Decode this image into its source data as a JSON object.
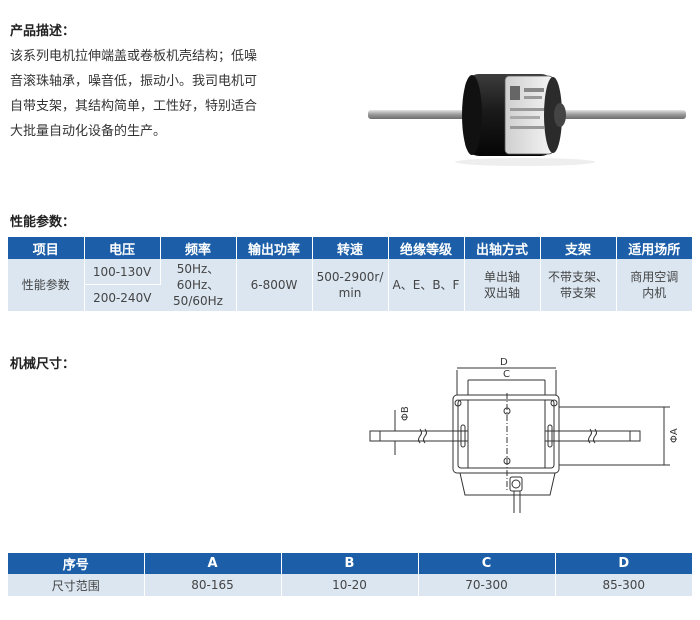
{
  "description": {
    "title": "产品描述：",
    "lines": [
      "该系列电机拉伸端盖或卷板机壳结构；低噪",
      "音滚珠轴承，噪音低，振动小。我司电机可",
      "自带支架，其结构简单，工性好，特别适合",
      "大批量自动化设备的生产。"
    ]
  },
  "performance": {
    "title": "性能参数：",
    "headers": [
      "项目",
      "电压",
      "频率",
      "输出功率",
      "转速",
      "绝缘等级",
      "出轴方式",
      "支架",
      "适用场所"
    ],
    "row_label": "性能参数",
    "voltage": [
      "100-130V",
      "200-240V"
    ],
    "frequency": [
      "50Hz、",
      "60Hz、",
      "50/60Hz"
    ],
    "power": "6-800W",
    "speed": [
      "500-2900r/",
      "min"
    ],
    "insulation": "A、E、B、F",
    "shaft": [
      "单出轴",
      "双出轴"
    ],
    "bracket": [
      "不带支架、",
      "带支架"
    ],
    "application": [
      "商用空调",
      "内机"
    ]
  },
  "mechanical": {
    "title": "机械尺寸：",
    "labels": {
      "D": "D",
      "C": "C",
      "B": "ΦB",
      "A": "ΦA"
    }
  },
  "dimensions": {
    "headers": [
      "序号",
      "A",
      "B",
      "C",
      "D"
    ],
    "row": [
      "尺寸范围",
      "80-165",
      "10-20",
      "70-300",
      "85-300"
    ]
  },
  "colors": {
    "header_bg": "#1c5fa8",
    "cell_bg": "#dbe6f1"
  }
}
